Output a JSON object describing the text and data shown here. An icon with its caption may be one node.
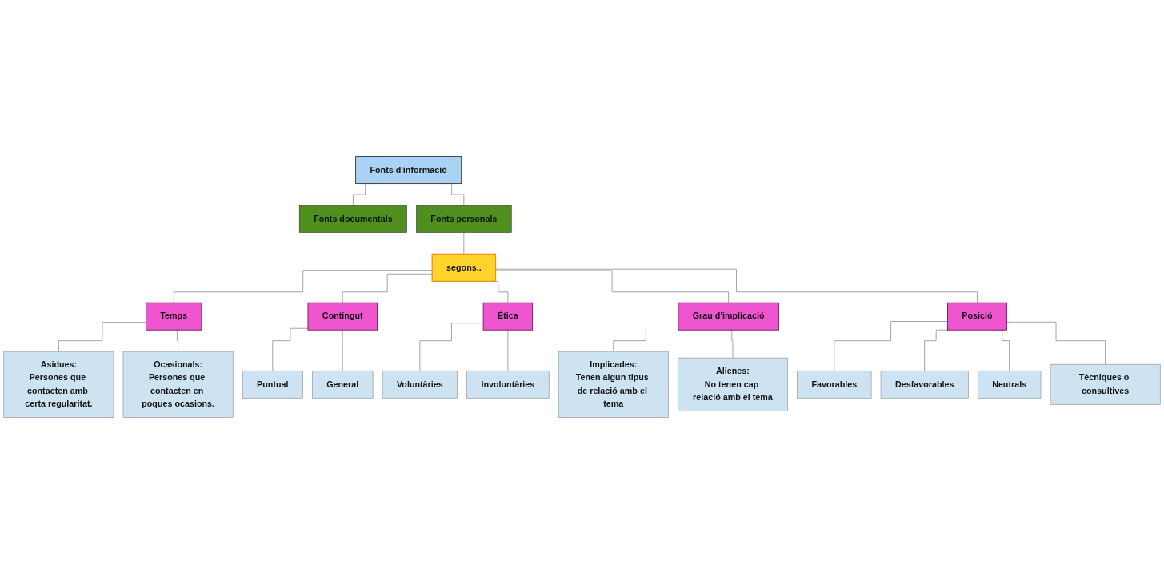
{
  "diagram": {
    "nodes": [
      {
        "text": [
          "Fonts d'informació"
        ]
      },
      {
        "text": [
          "Fonts documentals"
        ]
      },
      {
        "text": [
          "Fonts personals"
        ]
      },
      {
        "text": [
          "segons.."
        ]
      },
      {
        "text": [
          "Temps"
        ]
      },
      {
        "text": [
          "Contingut"
        ]
      },
      {
        "text": [
          "Ètica"
        ]
      },
      {
        "text": [
          "Grau d'implicació"
        ]
      },
      {
        "text": [
          "Posició"
        ]
      },
      {
        "text": [
          "Asidues:",
          "Persones que contacten amb certa regularitat."
        ]
      },
      {
        "text": [
          "Ocasionals:",
          "Persones que contacten en poques ocasions."
        ]
      },
      {
        "text": [
          "Puntual"
        ]
      },
      {
        "text": [
          "General"
        ]
      },
      {
        "text": [
          "Voluntàries"
        ]
      },
      {
        "text": [
          "Involuntàries"
        ]
      },
      {
        "text": [
          "Implicades:",
          "Tenen algun tipus de relació amb el tema"
        ]
      },
      {
        "text": [
          "Alienes:",
          "No tenen cap relació amb el tema"
        ]
      },
      {
        "text": [
          "Favorables"
        ]
      },
      {
        "text": [
          "Desfavorables"
        ]
      },
      {
        "text": [
          "Neutrals"
        ]
      },
      {
        "text": [
          "Tècniques o consultives"
        ]
      }
    ],
    "edges": [
      {
        "from": 0,
        "to": 1,
        "arrow": "none"
      },
      {
        "from": 0,
        "to": 2,
        "arrow": "none"
      },
      {
        "from": 2,
        "to": 3,
        "arrow": "none"
      },
      {
        "from": 3,
        "to": 4,
        "arrow": "none"
      },
      {
        "from": 3,
        "to": 5,
        "arrow": "none"
      },
      {
        "from": 3,
        "to": 6,
        "arrow": "none"
      },
      {
        "from": 3,
        "to": 7,
        "arrow": "none"
      },
      {
        "from": 3,
        "to": 8,
        "arrow": "none"
      },
      {
        "from": 4,
        "to": 9,
        "arrow": "none"
      },
      {
        "from": 4,
        "to": 10,
        "arrow": "none"
      },
      {
        "from": 5,
        "to": 11,
        "arrow": "none"
      },
      {
        "from": 5,
        "to": 12,
        "arrow": "none"
      },
      {
        "from": 6,
        "to": 13,
        "arrow": "none"
      },
      {
        "from": 6,
        "to": 14,
        "arrow": "none"
      },
      {
        "from": 7,
        "to": 15,
        "arrow": "none"
      },
      {
        "from": 7,
        "to": 16,
        "arrow": "none"
      },
      {
        "from": 8,
        "to": 17,
        "arrow": "none"
      },
      {
        "from": 8,
        "to": 18,
        "arrow": "none"
      },
      {
        "from": 8,
        "to": 19,
        "arrow": "none"
      },
      {
        "from": 8,
        "to": 20,
        "arrow": "none"
      }
    ]
  }
}
